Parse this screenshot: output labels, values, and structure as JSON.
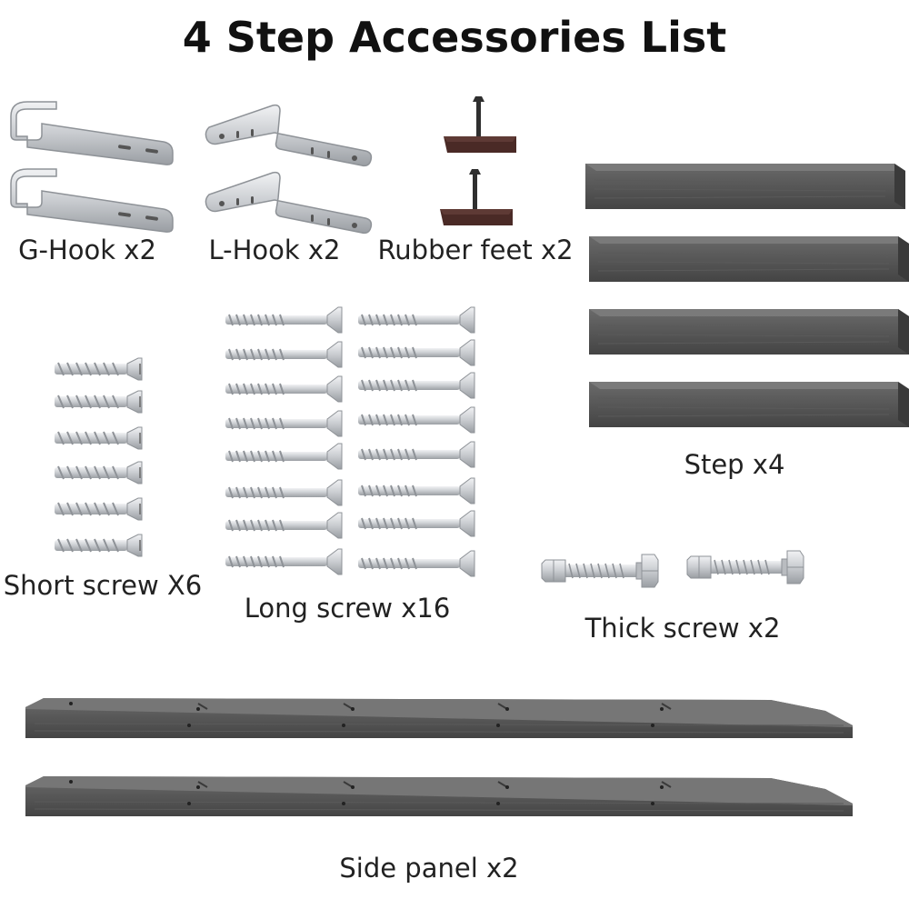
{
  "title": "4 Step Accessories List",
  "colors": {
    "metal": "#c9ccd0",
    "metal_dark": "#8e9297",
    "metal_light": "#eef0f2",
    "wood": "#4e4e4e",
    "wood_dark": "#383838",
    "wood_light": "#6a6a6a",
    "rubber": "#4a2a26",
    "text": "#222222"
  },
  "items": {
    "g_hook": {
      "label": "G-Hook x2",
      "icon": "g-hook-icon"
    },
    "l_hook": {
      "label": "L-Hook x2",
      "icon": "l-hook-icon"
    },
    "rubber_feet": {
      "label": "Rubber feet x2",
      "icon": "rubber-foot-icon"
    },
    "step": {
      "label": "Step x4",
      "icon": "step-board-icon"
    },
    "short_screw": {
      "label": "Short screw X6",
      "icon": "short-screw-icon"
    },
    "long_screw": {
      "label": "Long screw x16",
      "icon": "long-screw-icon"
    },
    "thick_screw": {
      "label": "Thick screw x2",
      "icon": "bolt-nut-icon"
    },
    "side_panel": {
      "label": "Side panel x2",
      "icon": "side-panel-icon"
    }
  }
}
